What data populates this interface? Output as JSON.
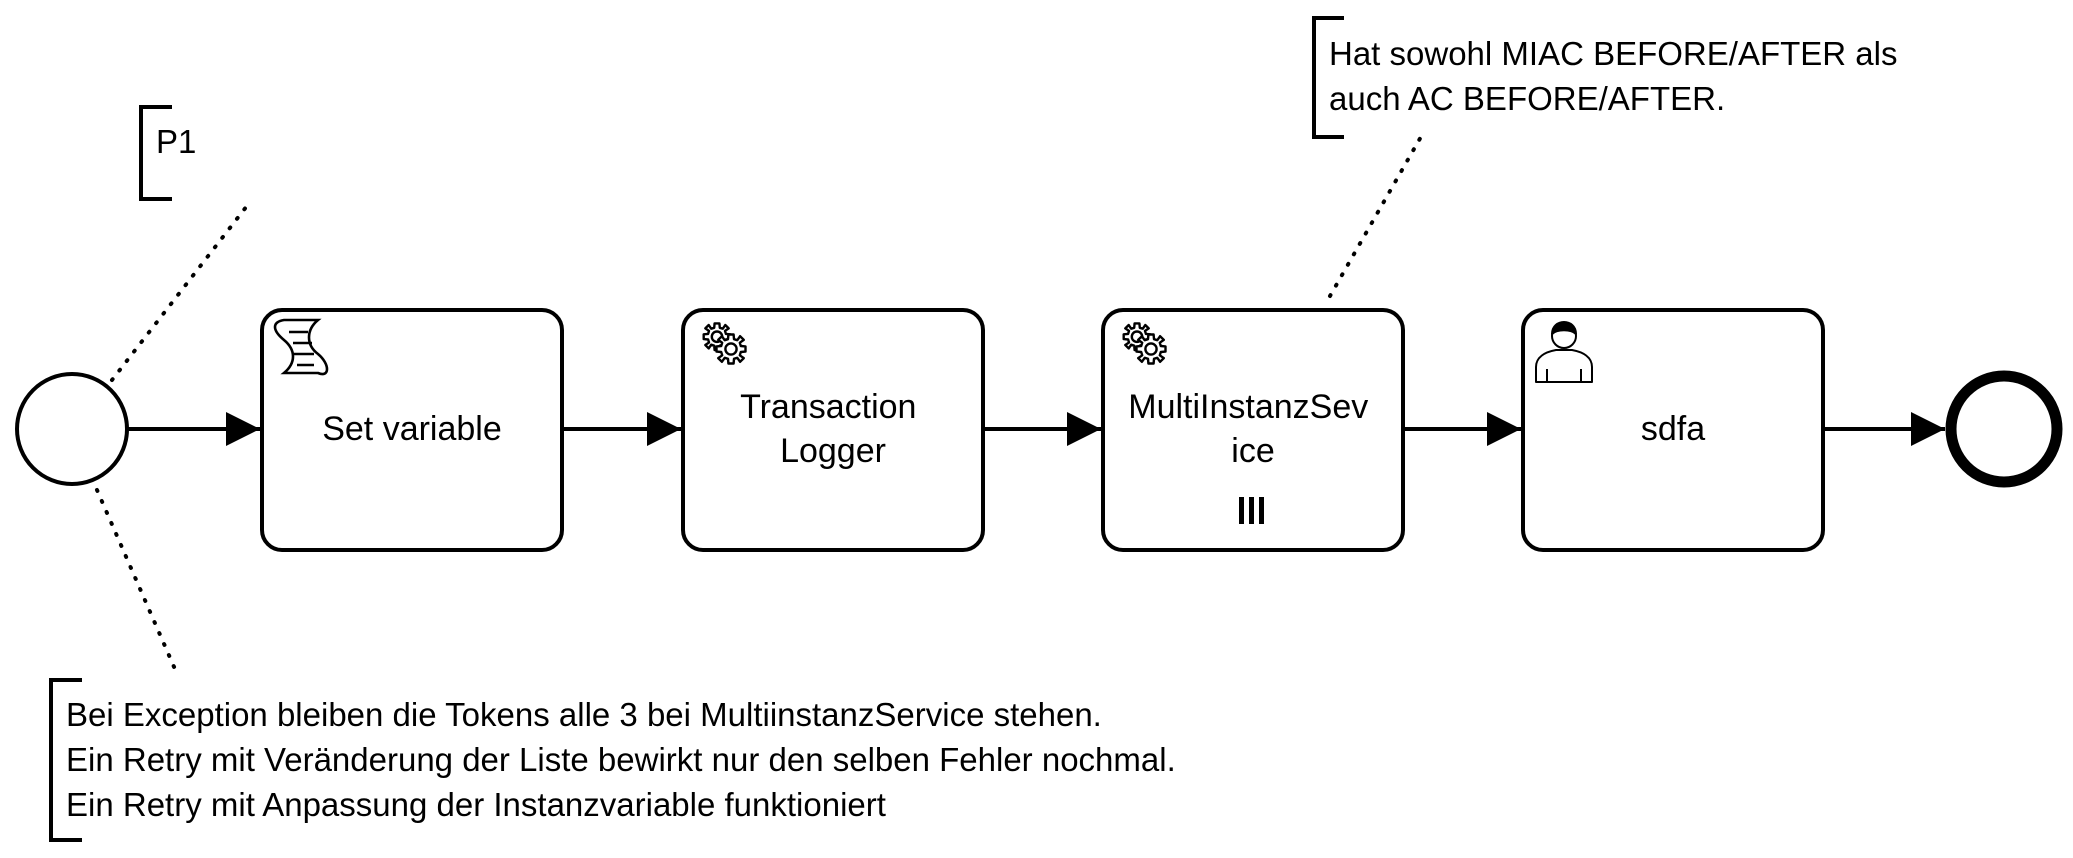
{
  "diagram": {
    "tasks": [
      {
        "id": "task-set-variable",
        "type": "script",
        "icon": "script-icon",
        "lines": [
          "Set variable"
        ]
      },
      {
        "id": "task-transaction-logger",
        "type": "service",
        "icon": "gear-icon",
        "lines": [
          "Transaction",
          "Logger"
        ]
      },
      {
        "id": "task-multi-instanz",
        "type": "service",
        "icon": "gear-icon",
        "lines": [
          "MultiInstanzSev",
          "ice"
        ],
        "marker": "parallel-multi-instance-icon"
      },
      {
        "id": "task-sdfa",
        "type": "user",
        "icon": "user-icon",
        "lines": [
          "sdfa"
        ]
      }
    ],
    "annotations": {
      "p1": {
        "lines": [
          "P1"
        ]
      },
      "miac": {
        "lines": [
          "Hat sowohl MIAC BEFORE/AFTER als",
          "auch AC BEFORE/AFTER."
        ]
      },
      "exception": {
        "lines": [
          "Bei Exception bleiben die Tokens alle 3 bei MultiinstanzService stehen.",
          "Ein Retry mit Veränderung der Liste bewirkt nur den selben Fehler nochmal.",
          "Ein Retry mit Anpassung der Instanzvariable funktioniert"
        ]
      }
    },
    "events": {
      "start": {
        "type": "start-event"
      },
      "end": {
        "type": "end-event"
      }
    },
    "colors": {
      "stroke": "#000000",
      "fill": "#ffffff"
    }
  }
}
